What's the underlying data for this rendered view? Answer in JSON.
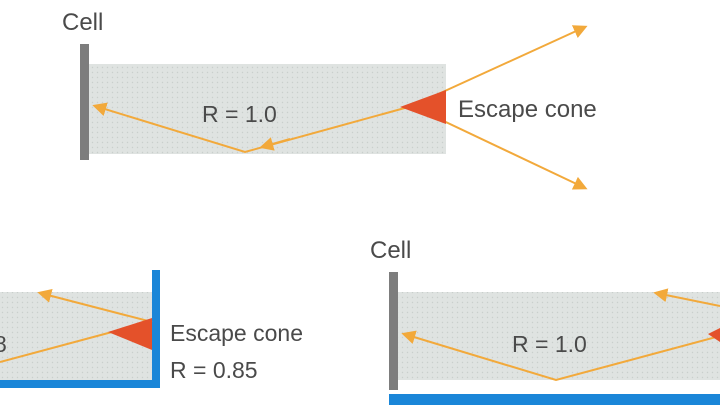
{
  "colors": {
    "slab": "#dfe3e1",
    "slab_dots": "#c9cfcc",
    "cell_bar": "#7d7d7d",
    "ray": "#f2a93b",
    "cone": "#e4512a",
    "mirror": "#1a86d8",
    "text": "#4a4a4a"
  },
  "top_panel": {
    "cell_label": "Cell",
    "reflectance_label": "R = 1.0",
    "escape_label": "Escape cone"
  },
  "bottom_left_panel": {
    "partial_label": "8",
    "escape_label": "Escape cone",
    "reflectance_label": "R = 0.85"
  },
  "bottom_right_panel": {
    "cell_label": "Cell",
    "reflectance_label": "R = 1.0"
  }
}
